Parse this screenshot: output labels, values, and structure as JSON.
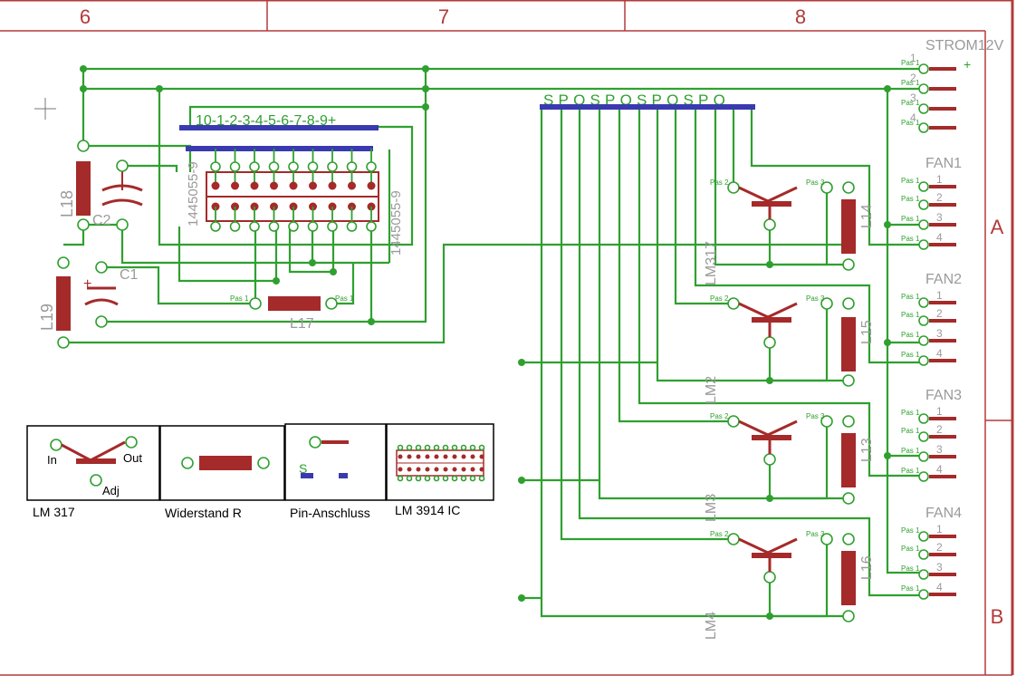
{
  "frame": {
    "columns": [
      "6",
      "7",
      "8"
    ],
    "rows": [
      "A",
      "B"
    ]
  },
  "connector_strom": {
    "name": "STROM12V",
    "plus": "+",
    "pins": [
      "1",
      "2",
      "3",
      "4"
    ]
  },
  "fans": [
    {
      "name": "FAN1",
      "pins": [
        "1",
        "2",
        "3",
        "4"
      ]
    },
    {
      "name": "FAN2",
      "pins": [
        "1",
        "2",
        "3",
        "4"
      ]
    },
    {
      "name": "FAN3",
      "pins": [
        "1",
        "2",
        "3",
        "4"
      ]
    },
    {
      "name": "FAN4",
      "pins": [
        "1",
        "2",
        "3",
        "4"
      ]
    }
  ],
  "pad_label": "Pas 1",
  "pad_label_2": "Pas 2",
  "pad_label_3": "Pas 3",
  "spo_header": "SPOSPOSPOSPO",
  "ic_header": "10-1-2-3-4-5-6-7-8-9+",
  "ic_name_left": "1445055-9",
  "ic_name_right": "1445055-9",
  "components": {
    "L18": "L18",
    "L19": "L19",
    "L17": "L17",
    "C2": "C2",
    "C1": "C1",
    "C1_plus": "+",
    "L14": "L14",
    "L15": "L15",
    "L13": "L13",
    "L16": "L16",
    "LM317": "LM317",
    "LM2": "LM2",
    "LM3": "LM3",
    "LM4": "LM4"
  },
  "legend": {
    "lm317_in": "In",
    "lm317_out": "Out",
    "lm317_adj": "Adj",
    "lm317_caption": "LM 317",
    "resistor_caption": "Widerstand R",
    "pin_s": "S",
    "pin_caption": "Pin-Anschluss",
    "ic_caption": "LM 3914 IC"
  },
  "colors": {
    "wire": "#2fa02f",
    "component": "#a52a2a",
    "bus": "#3a3ab0",
    "frame": "#b33a3a",
    "label": "#9a9a9a"
  }
}
